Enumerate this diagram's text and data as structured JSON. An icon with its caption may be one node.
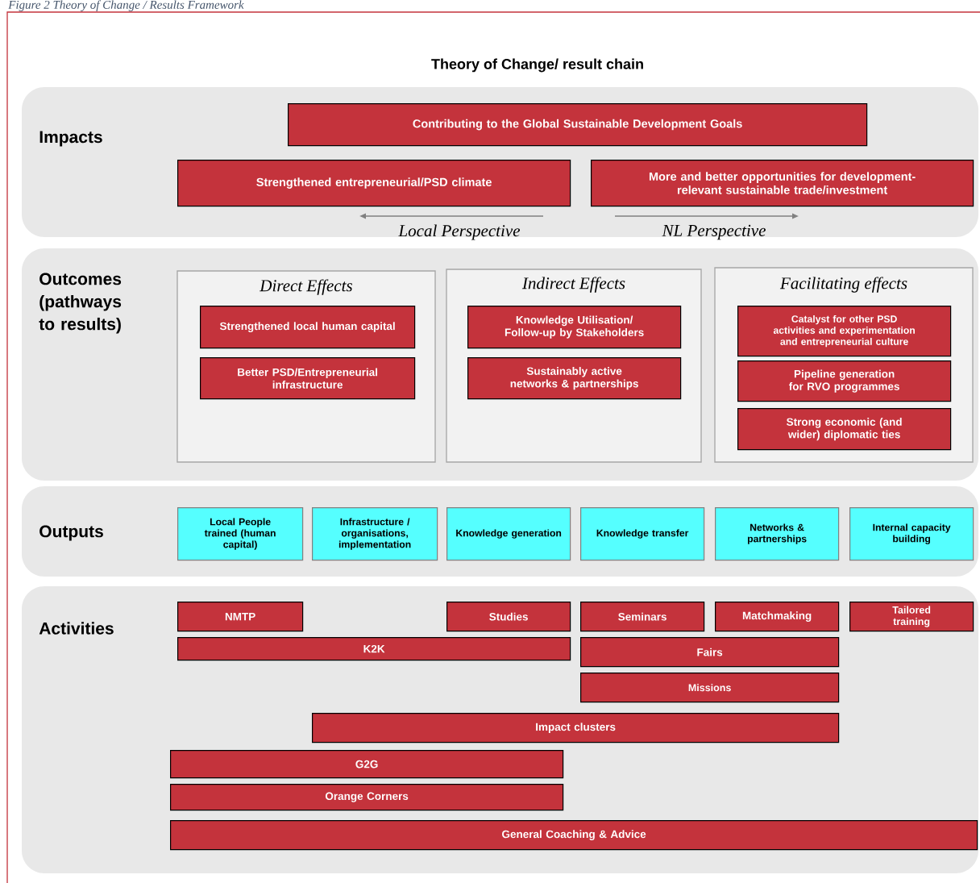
{
  "diagram": {
    "title": "Theory of Change/ result chain",
    "caption": "Figure 2 Theory of Change / Results Framework",
    "nodes": [
      {
        "text": [
          "Impacts"
        ]
      },
      {
        "text": [
          "Contributing to the Global Sustainable Development Goals"
        ],
        "in": 0
      },
      {
        "text": [
          "Strengthened entrepreneurial/PSD climate"
        ],
        "in": 0
      },
      {
        "text": [
          "More and better opportunities for development-relevant sustainable trade/investment"
        ],
        "in": 0
      },
      {
        "text": [
          "Outcomes (pathways to results)"
        ]
      },
      {
        "text": [
          "Direct Effects"
        ],
        "in": 4
      },
      {
        "text": [
          "Strengthened local human capital"
        ],
        "in": 5
      },
      {
        "text": [
          "Better PSD/Entrepreneurial infrastructure"
        ],
        "in": 5
      },
      {
        "text": [
          "Indirect Effects"
        ],
        "in": 4
      },
      {
        "text": [
          "Knowledge Utilisation/ Follow-up by Stakeholders"
        ],
        "in": 8
      },
      {
        "text": [
          "Sustainably active networks & partnerships"
        ],
        "in": 8
      },
      {
        "text": [
          "Facilitating effects"
        ],
        "in": 4
      },
      {
        "text": [
          "Catalyst for other PSD activities and experimentation and entrepreneurial culture"
        ],
        "in": 11
      },
      {
        "text": [
          "Pipeline generation for RVO programmes"
        ],
        "in": 11
      },
      {
        "text": [
          "Strong economic (and wider) diplomatic ties"
        ],
        "in": 11
      },
      {
        "text": [
          "Outputs"
        ]
      },
      {
        "text": [
          "Local People trained (human capital)"
        ],
        "in": 15
      },
      {
        "text": [
          "Infrastructure / organisations, implementation"
        ],
        "in": 15
      },
      {
        "text": [
          "Knowledge generation"
        ],
        "in": 15
      },
      {
        "text": [
          "Knowledge transfer"
        ],
        "in": 15
      },
      {
        "text": [
          "Networks & partnerships"
        ],
        "in": 15
      },
      {
        "text": [
          "Internal capacity building"
        ],
        "in": 15
      },
      {
        "text": [
          "Activities"
        ]
      },
      {
        "text": [
          "NMTP"
        ],
        "in": 22
      },
      {
        "text": [
          "Studies"
        ],
        "in": 22
      },
      {
        "text": [
          "Seminars"
        ],
        "in": 22
      },
      {
        "text": [
          "Matchmaking"
        ],
        "in": 22
      },
      {
        "text": [
          "Tailored training"
        ],
        "in": 22
      },
      {
        "text": [
          "K2K"
        ],
        "in": 22
      },
      {
        "text": [
          "Fairs"
        ],
        "in": 22
      },
      {
        "text": [
          "Missions"
        ],
        "in": 22
      },
      {
        "text": [
          "Impact clusters"
        ],
        "in": 22
      },
      {
        "text": [
          "G2G"
        ],
        "in": 22
      },
      {
        "text": [
          "Orange Corners"
        ],
        "in": 22
      },
      {
        "text": [
          "General Coaching & Advice"
        ],
        "in": 22
      }
    ],
    "labels": [
      "Local Perspective",
      "NL Perspective"
    ]
  }
}
